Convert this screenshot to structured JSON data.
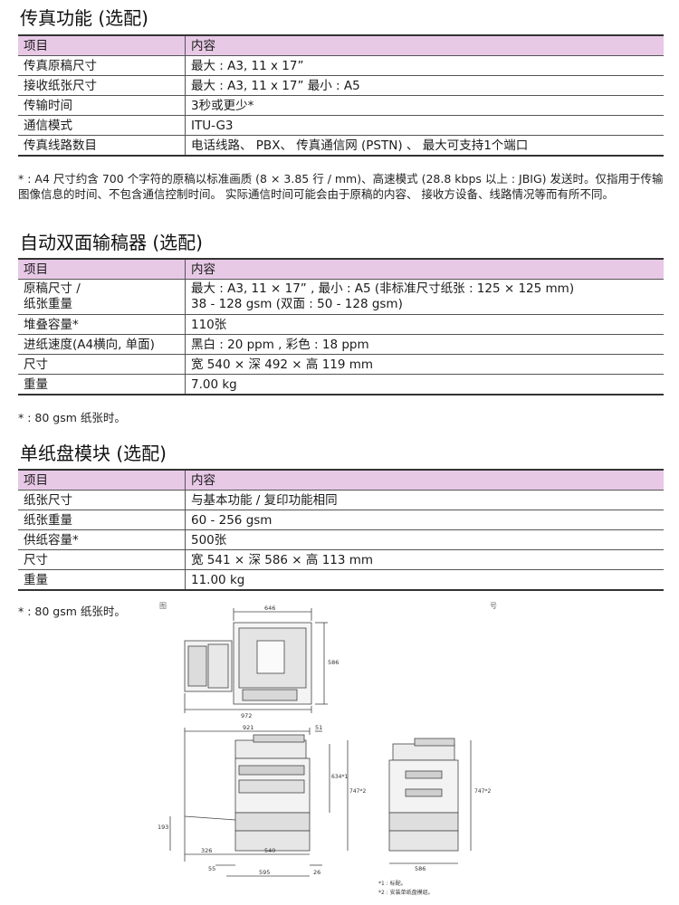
{
  "sections": [
    {
      "title": "传真功能 (选配)",
      "header": [
        "项目",
        "内容"
      ],
      "rows": [
        [
          "传真原稿尺寸",
          "最大 : A3, 11 x 17”"
        ],
        [
          "接收纸张尺寸",
          "最大 : A3, 11 x 17” 最小 : A5"
        ],
        [
          "传输时间",
          "3秒或更少*"
        ],
        [
          "通信模式",
          "ITU-G3"
        ],
        [
          "传真线路数目",
          "电话线路、 PBX、 传真通信网 (PSTN) 、 最大可支持1个端口"
        ]
      ],
      "note": "* : A4 尺寸约含 700 个字符的原稿以标准画质 (8 × 3.85 行 / mm)、高速模式 (28.8 kbps 以上 : JBIG) 发送时。仅指用于传输图像信息的时间、不包含通信控制时间。 实际通信时间可能会由于原稿的内容、 接收方设备、线路情况等而有所不同。"
    },
    {
      "title": "自动双面输稿器 (选配)",
      "header": [
        "项目",
        "内容"
      ],
      "rows": [
        [
          "原稿尺寸 /\n纸张重量",
          "最大 : A3, 11 × 17” , 最小 : A5 (非标准尺寸纸张 : 125 × 125 mm)\n38 - 128 gsm (双面 : 50 - 128 gsm)"
        ],
        [
          "堆叠容量*",
          "110张"
        ],
        [
          "进纸速度(A4横向, 单面)",
          "黑白 : 20 ppm , 彩色 : 18 ppm"
        ],
        [
          "尺寸",
          "宽 540 × 深 492 × 高 119 mm"
        ],
        [
          "重量",
          "7.00 kg"
        ]
      ],
      "note": "* : 80 gsm 纸张时。"
    },
    {
      "title": "单纸盘模块 (选配)",
      "header": [
        "项目",
        "内容"
      ],
      "rows": [
        [
          "纸张尺寸",
          "与基本功能 / 复印功能相同"
        ],
        [
          "纸张重量",
          "60 - 256 gsm"
        ],
        [
          "供纸容量*",
          "500张"
        ],
        [
          "尺寸",
          "宽 541 × 深 586 × 高 113 mm"
        ],
        [
          "重量",
          "11.00 kg"
        ]
      ],
      "note": "* : 80 gsm 纸张时。"
    }
  ],
  "stray_marks": [
    "图",
    "号"
  ],
  "drawing": {
    "top_view": {
      "width": "646",
      "depth": "586",
      "overall_width": "972"
    },
    "front_view": {
      "top_left": "921",
      "top_right": "51",
      "height_a": "634*1",
      "height_b": "747*2",
      "left_offset": "193",
      "bottom_a": "326",
      "bottom_b": "540",
      "bottom_c": "55",
      "bottom_d": "595",
      "bottom_e": "26"
    },
    "side_view": {
      "height": "747*2",
      "depth": "586"
    },
    "footnotes": [
      "*1 : 标配。",
      "*2 : 安装单纸盘模组。"
    ]
  }
}
